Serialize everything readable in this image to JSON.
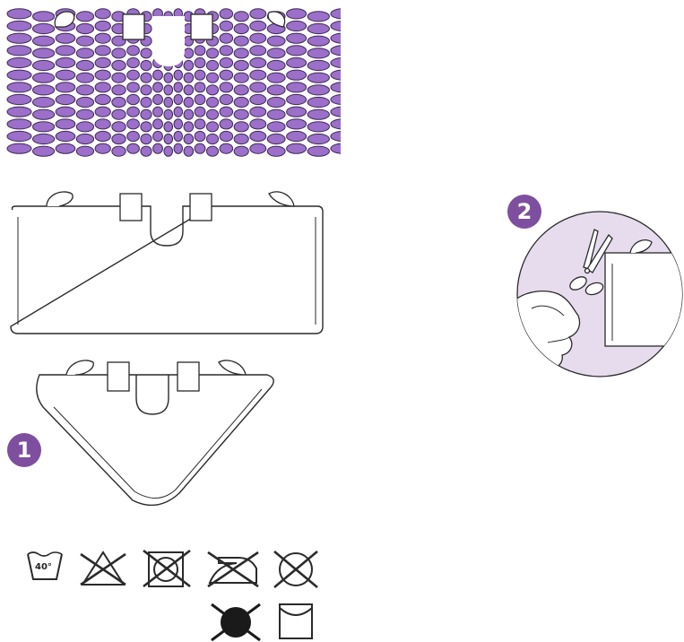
{
  "colors": {
    "accent": "#7e4f9f",
    "pad_fill": "#9b6fca",
    "pad_stroke": "#3d2a52",
    "inset_bg": "#e7dcee",
    "line": "#2a2a2a"
  },
  "steps": {
    "step1_number": "1",
    "step2_number": "2"
  },
  "care_symbols": {
    "wash_temperature": "40°",
    "icons": [
      "wash-40-icon",
      "no-bleach-icon",
      "no-tumble-dry-icon",
      "no-iron-icon",
      "no-dry-clean-icon",
      "no-dry-heat-icon",
      "line-dry-icon"
    ]
  }
}
